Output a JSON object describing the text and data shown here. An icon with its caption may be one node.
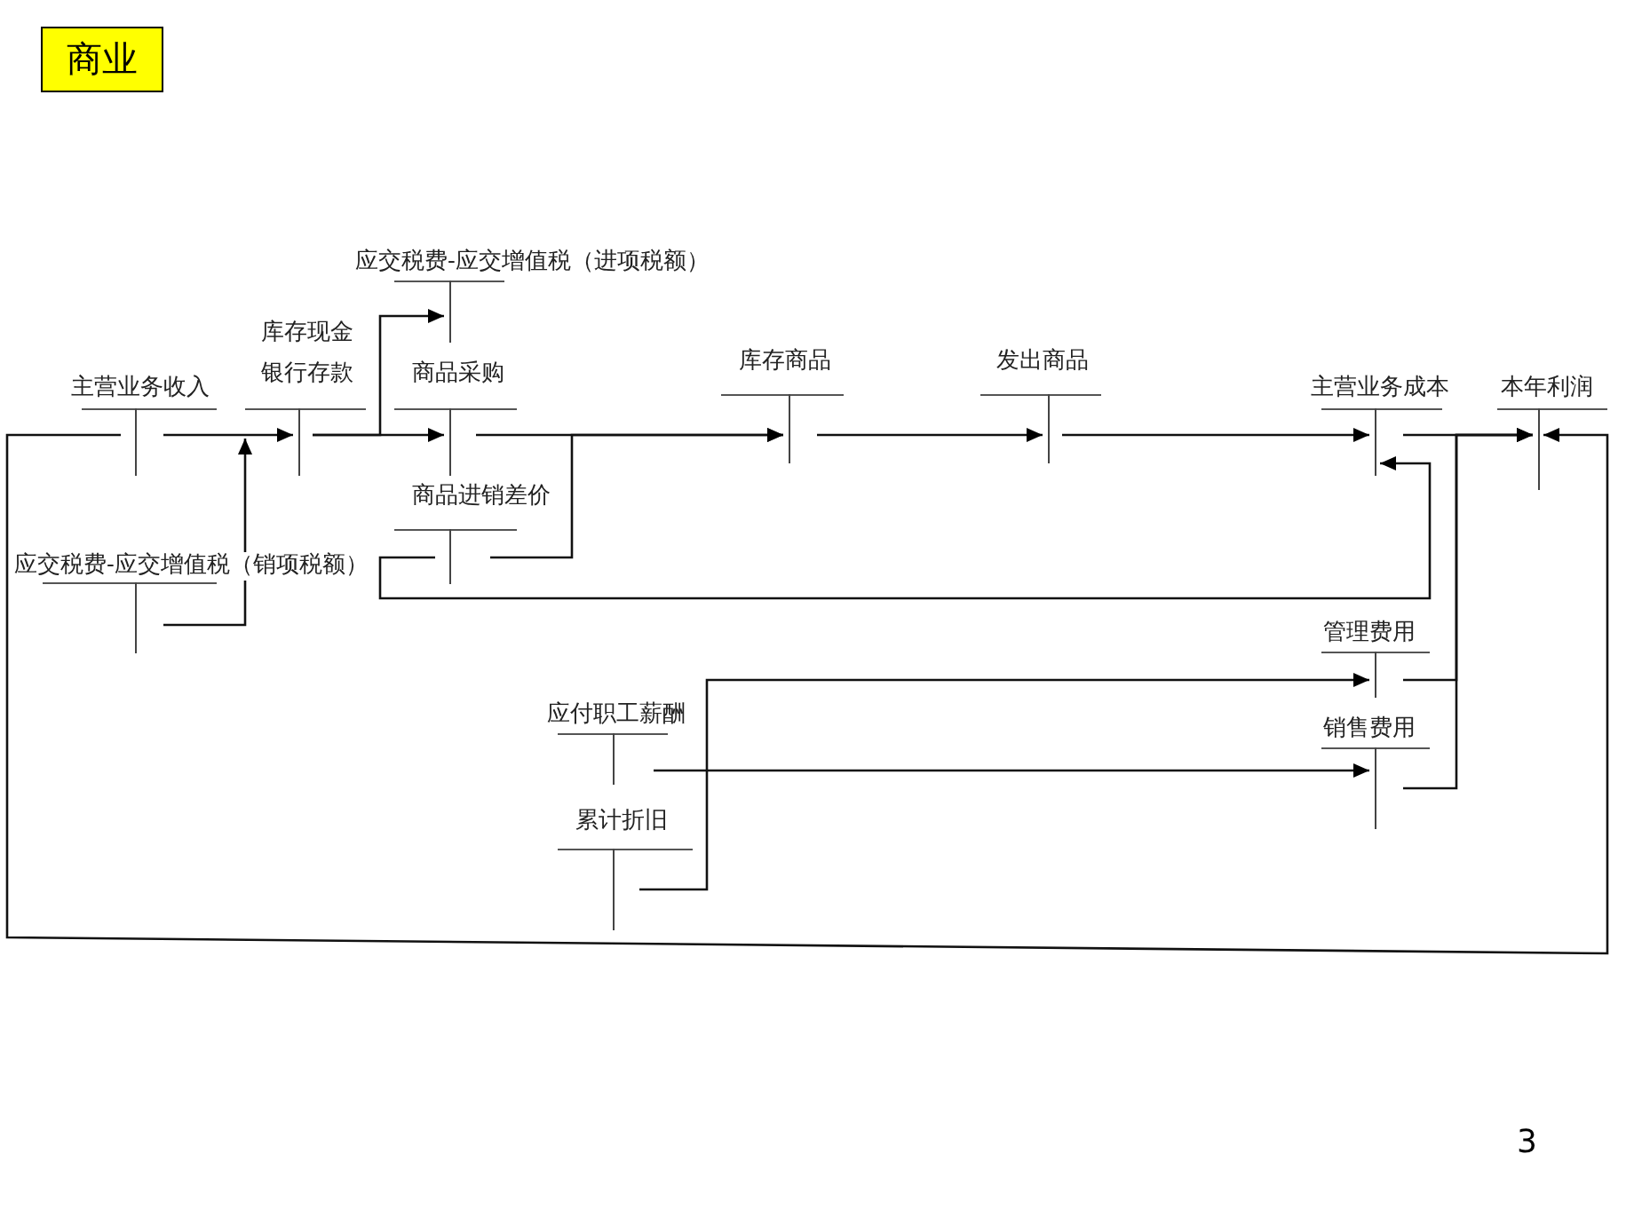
{
  "diagram": {
    "title": "商业",
    "nodes": [
      {
        "text": [
          "主营业务收入"
        ]
      },
      {
        "text": [
          "库存现金",
          "银行存款"
        ]
      },
      {
        "text": [
          "应交税费-应交增值税（进项税额）"
        ]
      },
      {
        "text": [
          "商品采购"
        ]
      },
      {
        "text": [
          "商品进销差价"
        ]
      },
      {
        "text": [
          "应交税费-应交增值税（销项税额）"
        ]
      },
      {
        "text": [
          "库存商品"
        ]
      },
      {
        "text": [
          "发出商品"
        ]
      },
      {
        "text": [
          "主营业务成本"
        ]
      },
      {
        "text": [
          "本年利润"
        ]
      },
      {
        "text": [
          "管理费用"
        ]
      },
      {
        "text": [
          "销售费用"
        ]
      },
      {
        "text": [
          "应付职工薪酬"
        ]
      },
      {
        "text": [
          "累计折旧"
        ]
      }
    ],
    "edges": [
      {
        "from": 0,
        "to": 1,
        "arrow": "to"
      },
      {
        "from": 5,
        "to": 1,
        "arrow": "to"
      },
      {
        "from": 1,
        "to": 3,
        "arrow": "to"
      },
      {
        "from": 1,
        "to": 2,
        "arrow": "to"
      },
      {
        "from": 3,
        "to": 6,
        "arrow": "to"
      },
      {
        "from": 4,
        "to": 6,
        "arrow": "to"
      },
      {
        "from": 4,
        "to": 8,
        "arrow": "to"
      },
      {
        "from": 6,
        "to": 7,
        "arrow": "to"
      },
      {
        "from": 7,
        "to": 8,
        "arrow": "to"
      },
      {
        "from": 8,
        "to": 9,
        "arrow": "to"
      },
      {
        "from": 10,
        "to": 9,
        "arrow": "to"
      },
      {
        "from": 11,
        "to": 9,
        "arrow": "to"
      },
      {
        "from": 0,
        "to": 9,
        "arrow": "to"
      },
      {
        "from": 13,
        "to": 10,
        "arrow": "to"
      },
      {
        "from": 12,
        "to": 11,
        "arrow": "to"
      }
    ],
    "labels": [
      "3"
    ]
  }
}
